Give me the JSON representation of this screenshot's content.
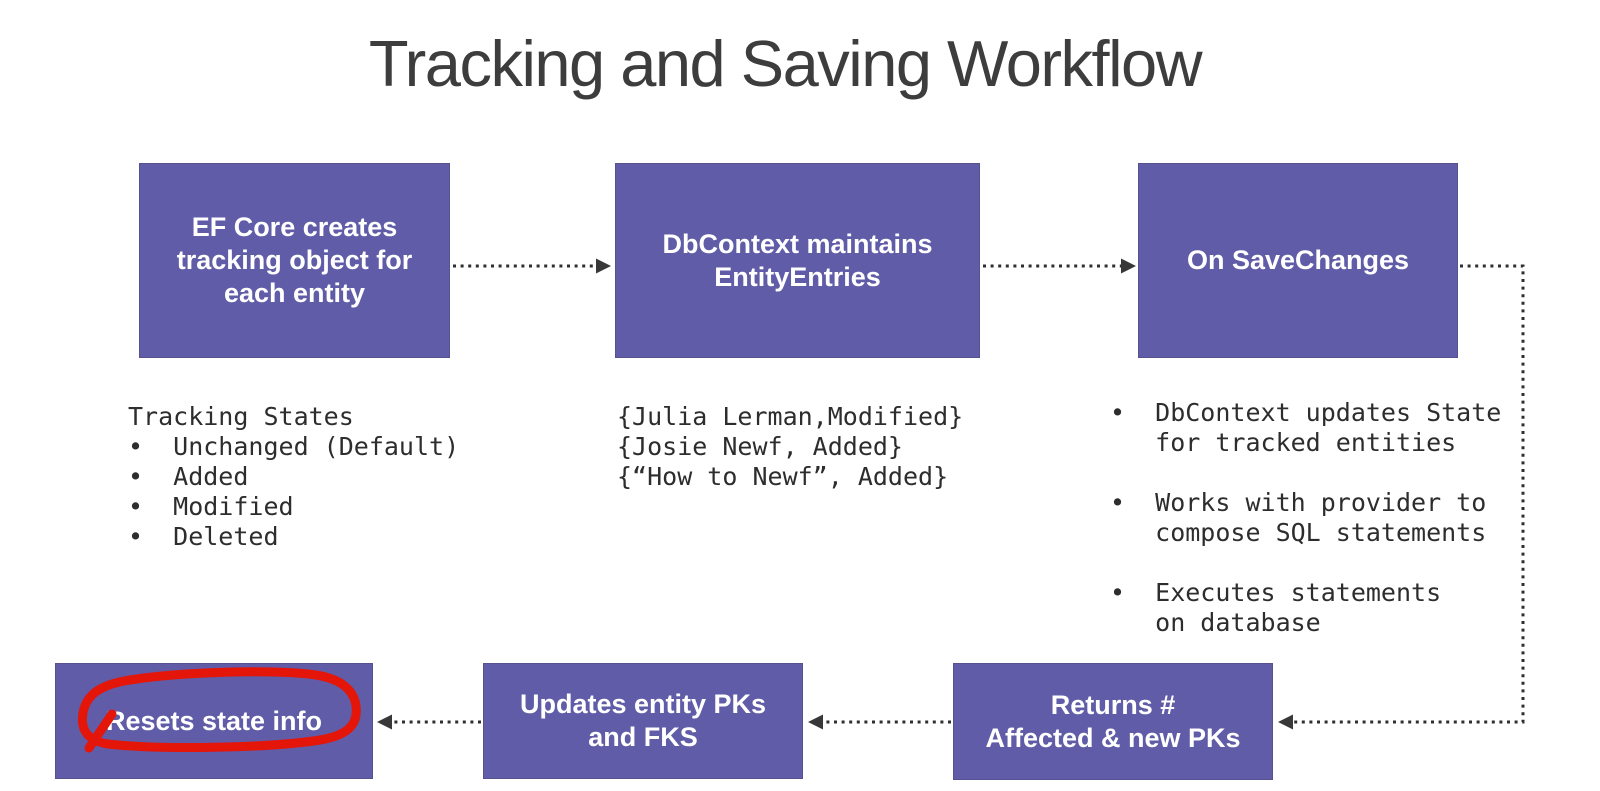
{
  "title": "Tracking and Saving Workflow",
  "boxes": {
    "ef_core": {
      "label": "EF Core creates\ntracking object for\neach entity"
    },
    "dbcontext": {
      "label": "DbContext maintains\nEntityEntries"
    },
    "save": {
      "label": "On SaveChanges"
    },
    "resets": {
      "label": "Resets state info"
    },
    "updates": {
      "label": "Updates entity PKs\nand FKS"
    },
    "returns": {
      "label": "Returns #\nAffected & new PKs"
    }
  },
  "notes": {
    "tracking_states": "Tracking States\n•  Unchanged (Default)\n•  Added\n•  Modified\n•  Deleted",
    "entity_entries": "{Julia Lerman,Modified}\n{Josie Newf, Added}\n{“How to Newf”, Added}",
    "save_changes_details": "•  DbContext updates State\n   for tracked entities\n\n•  Works with provider to\n   compose SQL statements\n\n•  Executes statements\n   on database"
  },
  "annotation": {
    "type": "hand-drawn-circle",
    "target": "Resets state info",
    "color": "#e41509"
  },
  "colors": {
    "box_fill": "#605ca8",
    "box_text": "#ffffff",
    "title_text": "#3d3d3d",
    "note_text": "#2d2d2d",
    "connector": "#2f2f2f",
    "annotation_red": "#e41509",
    "background": "#ffffff"
  }
}
